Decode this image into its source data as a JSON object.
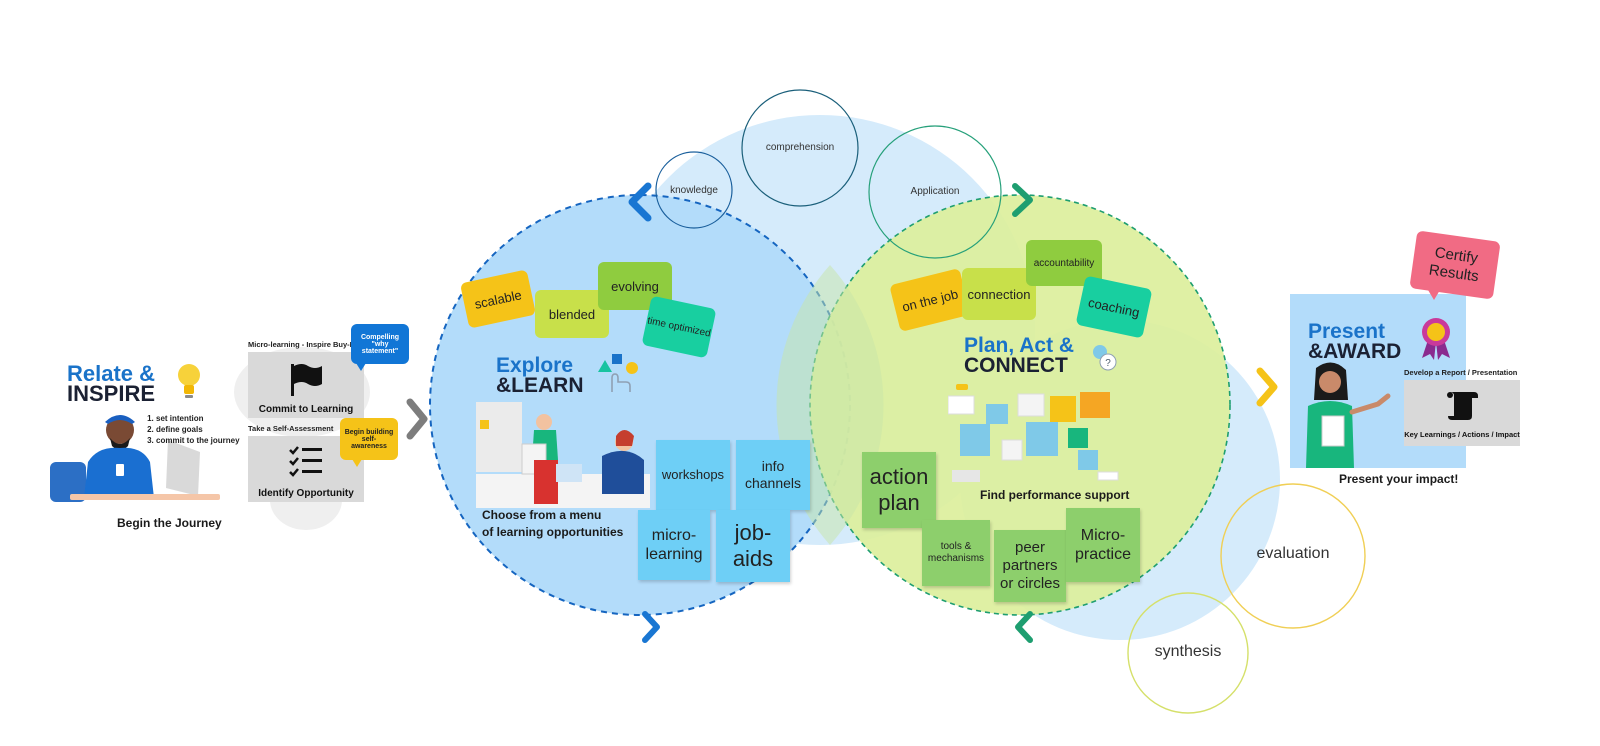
{
  "relate": {
    "title_line1": "Relate &",
    "title_line2": "INSPIRE",
    "steps": [
      "set intention",
      "define goals",
      "commit to the journey"
    ],
    "caption": "Begin the Journey",
    "bulb_icon": "lightbulb-icon"
  },
  "commit": {
    "top_label": "Micro-learning - Inspire Buy-In",
    "card1_caption": "Commit to Learning",
    "bubble1": "Compelling \"why statement\"",
    "mid_label": "Take a Self-Assessment",
    "card2_caption": "Identify Opportunity",
    "bubble2": "Begin building self-awareness"
  },
  "explore": {
    "title_line1": "Explore",
    "title_line2": "&LEARN",
    "bubbles": [
      "scalable",
      "blended",
      "evolving",
      "time optimized"
    ],
    "caption_line1": "Choose from a menu",
    "caption_line2": "of learning opportunities",
    "stickies": [
      "workshops",
      "info channels",
      "micro-learning",
      "job-aids"
    ]
  },
  "connect": {
    "title_line1": "Plan, Act &",
    "title_line2": "CONNECT",
    "bubbles": [
      "on the job",
      "connection",
      "accountability",
      "coaching"
    ],
    "caption": "Find performance support",
    "stickies": [
      "action plan",
      "tools & mechanisms",
      "peer partners or circles",
      "Micro-practice"
    ]
  },
  "circles": {
    "knowledge": "knowledge",
    "comprehension": "comprehension",
    "application": "Application",
    "evaluation": "evaluation",
    "synthesis": "synthesis"
  },
  "present": {
    "title_line1": "Present",
    "title_line2": "&AWARD",
    "bubble": "Certify Results",
    "report_label": "Develop a Report / Presentation",
    "report_caption": "Key Learnings / Actions / Impact",
    "caption": "Present your impact!"
  },
  "colors": {
    "blue_title": "#1a73c9",
    "dark_title": "#1b2133",
    "learn_circle": "#b3dcfa",
    "connect_circle": "#dcef9c",
    "yellow_bubble": "#f5c318",
    "green_bubble": "#8fcc3f",
    "lime_bubble": "#c8e04a",
    "teal_bubble": "#18cfa0",
    "pink_bubble": "#f16b84",
    "sticky_blue": "#6ecff6",
    "sticky_green": "#8dcf6c"
  }
}
